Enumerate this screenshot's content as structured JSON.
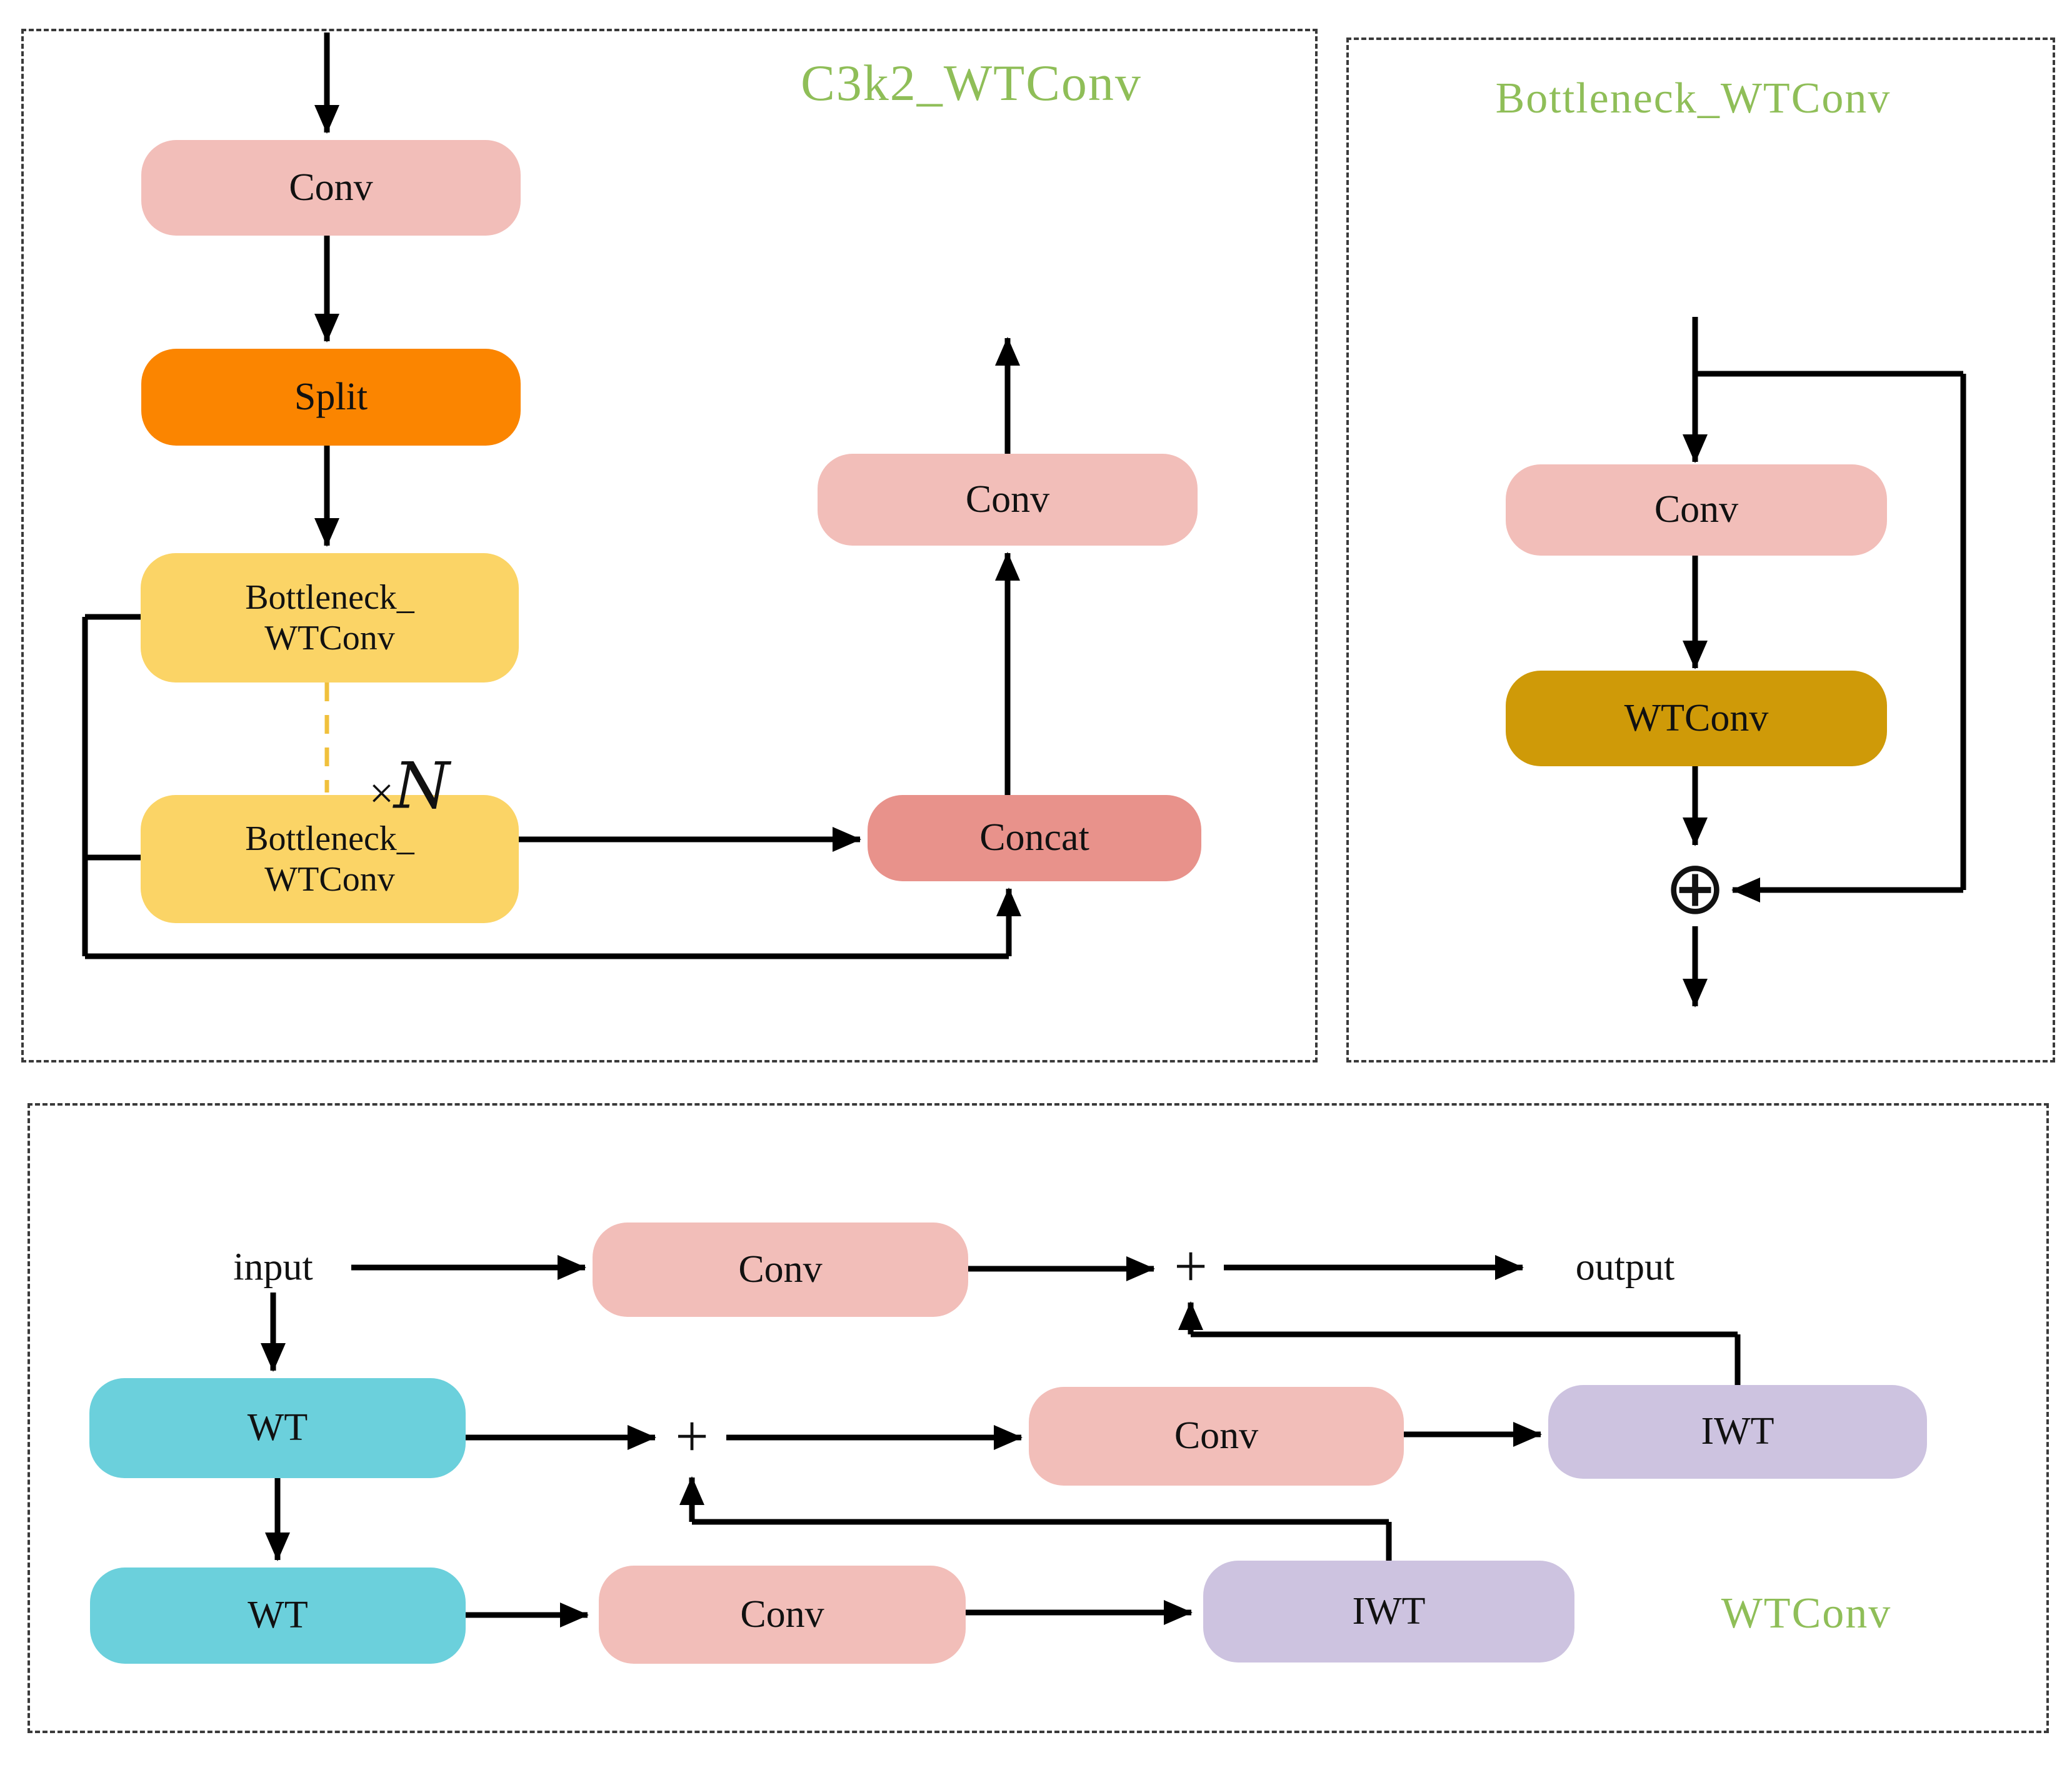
{
  "colors": {
    "conv_pink": "#F2BEB9",
    "split_orange": "#FB8500",
    "bottleneck_yellow": "#FBD466",
    "concat_salmon": "#E8928B",
    "wtconv_gold": "#CF9A08",
    "wt_cyan": "#6BD0DC",
    "iwt_lavender": "#CDC3E0",
    "title_green": "#8FBE58",
    "repeat_dash_yellow": "#F0C03C",
    "connector_black": "#000000"
  },
  "panel_c3k2": {
    "title": "C3k2_WTConv",
    "nodes": {
      "conv_in": "Conv",
      "split": "Split",
      "bottleneck1": {
        "line1": "Bottleneck_",
        "line2": "WTConv"
      },
      "bottleneck2": {
        "line1": "Bottleneck_",
        "line2": "WTConv"
      },
      "concat": "Concat",
      "conv_out": "Conv"
    },
    "repeat_label": {
      "times": "×",
      "n": "N"
    }
  },
  "panel_bottleneck": {
    "title": "Bottleneck_WTConv",
    "nodes": {
      "conv": "Conv",
      "wtconv": "WTConv"
    },
    "add_operator": "⊕"
  },
  "panel_wtconv": {
    "title": "WTConv",
    "labels": {
      "input": "input",
      "output": "output",
      "plus_top": "+",
      "plus_mid": "+"
    },
    "nodes": {
      "conv_top": "Conv",
      "wt1": "WT",
      "wt2": "WT",
      "conv_mid": "Conv",
      "iwt_mid": "IWT",
      "conv_bottom": "Conv",
      "iwt_bottom": "IWT"
    }
  }
}
